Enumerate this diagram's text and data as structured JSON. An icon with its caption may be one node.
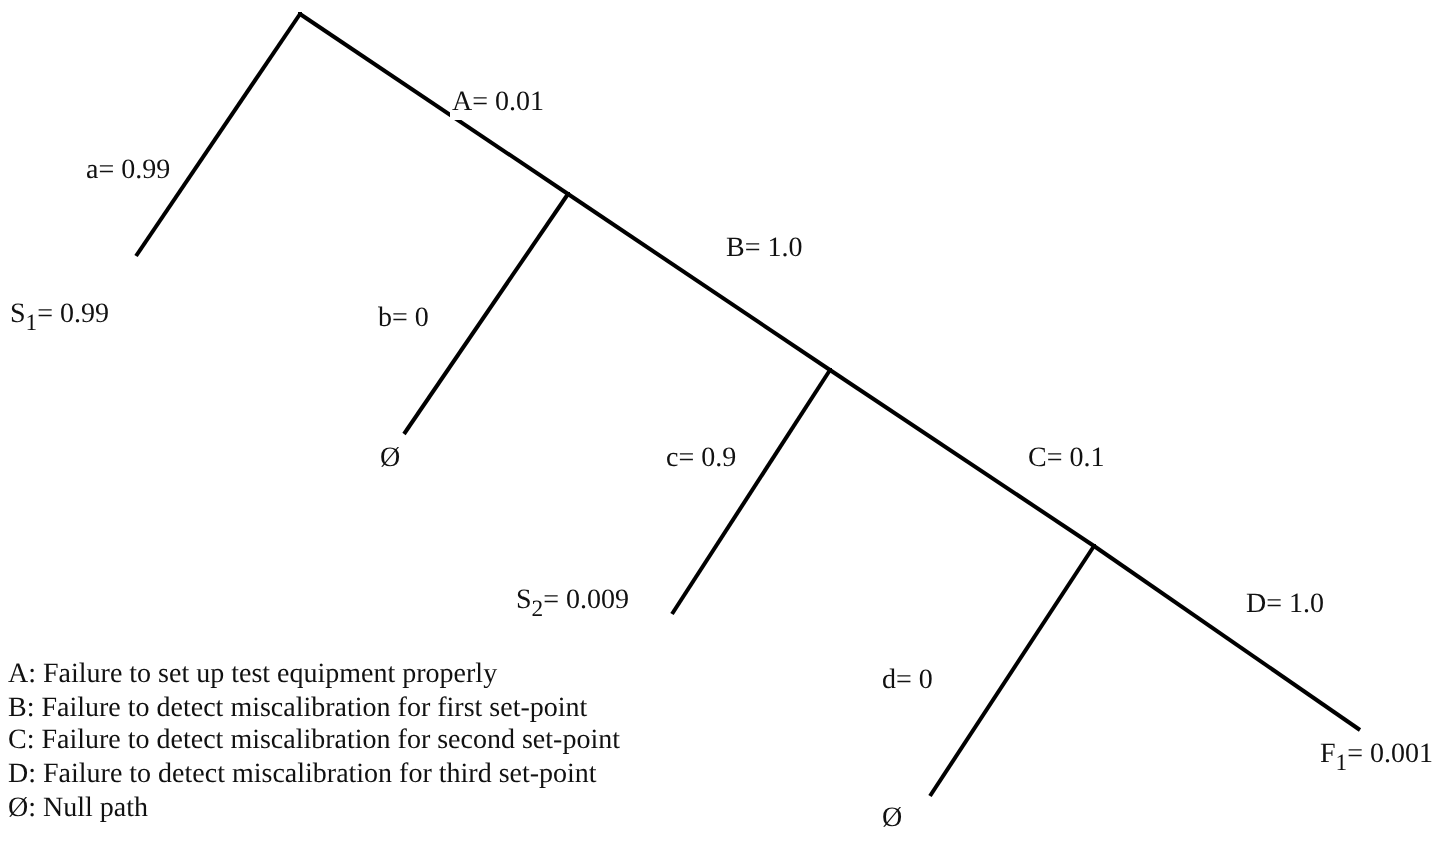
{
  "diagram": {
    "nodes": [
      {
        "text": [],
        "shape": "point"
      },
      {
        "text": [],
        "shape": "point"
      },
      {
        "text": [],
        "shape": "point"
      },
      {
        "text": [],
        "shape": "point"
      },
      {
        "text": [
          "S$_{1}$= 0.99"
        ]
      },
      {
        "text": [
          "Ø"
        ]
      },
      {
        "text": [
          "S$_{2}$= 0.009"
        ]
      },
      {
        "text": [
          "Ø"
        ]
      },
      {
        "text": [
          "F$_{1}$= 0.001"
        ]
      }
    ],
    "edges": [
      {
        "from": 0,
        "to": 4,
        "arrow": "none",
        "label": "a= 0.99"
      },
      {
        "from": 0,
        "to": 1,
        "arrow": "none",
        "label": "A= 0.01"
      },
      {
        "from": 1,
        "to": 5,
        "arrow": "none",
        "label": "b= 0"
      },
      {
        "from": 1,
        "to": 2,
        "arrow": "none",
        "label": "B= 1.0"
      },
      {
        "from": 2,
        "to": 6,
        "arrow": "none",
        "label": "c= 0.9"
      },
      {
        "from": 2,
        "to": 3,
        "arrow": "none",
        "label": "C= 0.1"
      },
      {
        "from": 3,
        "to": 7,
        "arrow": "none",
        "label": "d= 0"
      },
      {
        "from": 3,
        "to": 8,
        "arrow": "none",
        "label": "D= 1.0"
      }
    ],
    "labels": [
      "A: Failure to set up test equipment properly",
      "B: Failure to detect miscalibration for first set-point",
      "C: Failure to detect miscalibration for second set-point",
      "D: Failure to detect miscalibration for third set-point",
      "Ø: Null path"
    ]
  }
}
